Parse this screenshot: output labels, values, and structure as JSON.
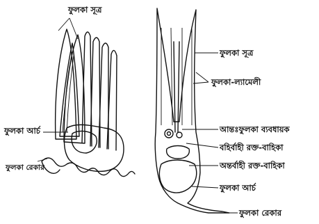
{
  "left_diagram": {
    "labels": {
      "gill_filament": "ফুলকা সূত্র",
      "gill_arch": "ফুলকা আর্চ",
      "gill_raker": "ফুলকা রেকার"
    }
  },
  "right_diagram": {
    "labels": {
      "gill_filament": "ফুলকা সূত্র",
      "gill_lamellae": "ফুলকা-ল্যামেলী",
      "interbranchial_septum": "আন্তঃফুলকা ব্যবধায়ক",
      "efferent_vessel": "বহির্বাহী রক্ত-বাহিকা",
      "afferent_vessel": "অন্তর্বাহী রক্ত-বাহিকা",
      "gill_arch": "ফুলকা আর্চ",
      "gill_raker": "ফুলকা রেকার"
    }
  }
}
